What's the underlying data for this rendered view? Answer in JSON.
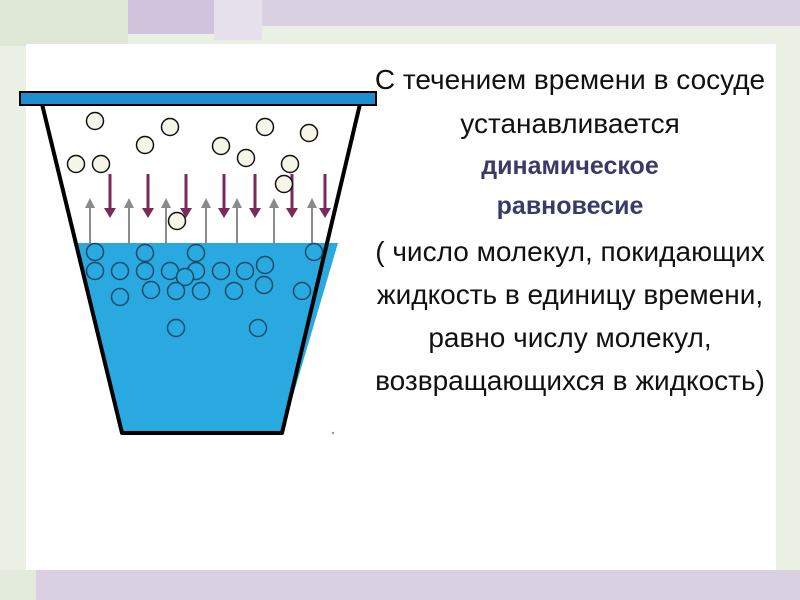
{
  "slide": {
    "intro_text": "С течением времени в сосуде устанавливается",
    "term_line1": "динамическое",
    "term_line2": "равновесие",
    "explanation": "( число молекул, покидающих жидкость в единицу времени, равно числу молекул, возвращающихся в жидкость)"
  },
  "colors": {
    "liquid": "#2aa8e0",
    "vessel_rim": "#1e8ed0",
    "arrow_down": "#7a2a5a",
    "arrow_up": "#8a8a8a",
    "term_text": "#3a3a6a"
  }
}
